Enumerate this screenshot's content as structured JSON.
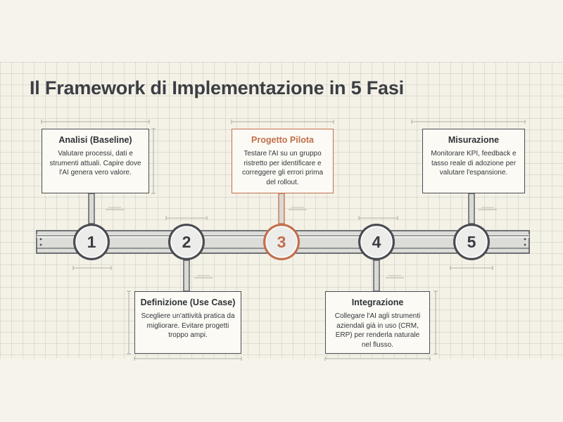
{
  "title": "Il Framework di Implementazione in 5 Fasi",
  "colors": {
    "accent": "#c2704c",
    "line": "#4a4d52",
    "node_fill": "#ececea"
  },
  "steps": [
    {
      "number": "1",
      "heading": "Analisi (Baseline)",
      "body": "Valutare processi, dati e strumenti attuali. Capire dove l'AI genera vero valore.",
      "highlight": false
    },
    {
      "number": "2",
      "heading": "Definizione (Use Case)",
      "body": "Scegliere un'attività pratica da migliorare. Evitare progetti troppo ampi.",
      "highlight": false
    },
    {
      "number": "3",
      "heading": "Progetto Pilota",
      "body": "Testare l'AI su un gruppo ristretto per identificare e correggere gli errori prima del rollout.",
      "highlight": true
    },
    {
      "number": "4",
      "heading": "Integrazione",
      "body": "Collegare l'AI agli strumenti aziendali già in uso (CRM, ERP) per renderla naturale nel flusso.",
      "highlight": false
    },
    {
      "number": "5",
      "heading": "Misurazione",
      "body": "Monitorare KPI, feedback e tasso reale di adozione per valutare l'espansione.",
      "highlight": false
    }
  ]
}
